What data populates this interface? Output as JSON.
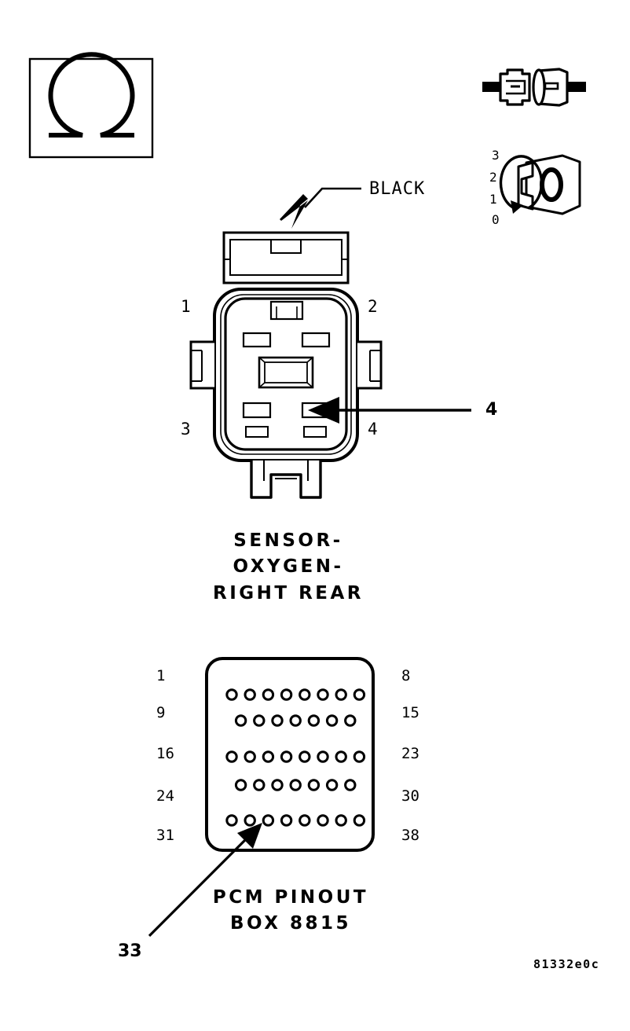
{
  "document": {
    "figure_code": "81332e0c"
  },
  "icons": {
    "omega_box": {
      "name": "omega-symbol",
      "glyph": "Ω"
    },
    "connector_pair": {
      "name": "connector-pair-icon"
    },
    "keyed_connector": {
      "name": "keyed-connector-icon",
      "position_labels": [
        "3",
        "2",
        "1",
        "0"
      ]
    }
  },
  "connector": {
    "color_label": "BLACK",
    "pin_labels": {
      "top_left": "1",
      "top_right": "2",
      "bottom_left": "3",
      "bottom_right": "4"
    },
    "callout": "4",
    "caption_lines": [
      "SENSOR-",
      "OXYGEN-",
      "RIGHT REAR"
    ]
  },
  "pinout": {
    "caption_lines": [
      "PCM PINOUT",
      "BOX 8815"
    ],
    "callout": "33",
    "row_labels_left": [
      "1",
      "9",
      "16",
      "24",
      "31"
    ],
    "row_labels_right": [
      "8",
      "15",
      "23",
      "30",
      "38"
    ],
    "rows": [
      {
        "start": "1",
        "end": "8",
        "count": 8,
        "offset": false
      },
      {
        "start": "9",
        "end": "15",
        "count": 7,
        "offset": true
      },
      {
        "start": "16",
        "end": "23",
        "count": 8,
        "offset": false
      },
      {
        "start": "24",
        "end": "30",
        "count": 7,
        "offset": true
      },
      {
        "start": "31",
        "end": "38",
        "count": 8,
        "offset": false
      }
    ],
    "highlighted_pin": "33"
  },
  "colors": {
    "ink": "#000000",
    "background": "#ffffff"
  }
}
